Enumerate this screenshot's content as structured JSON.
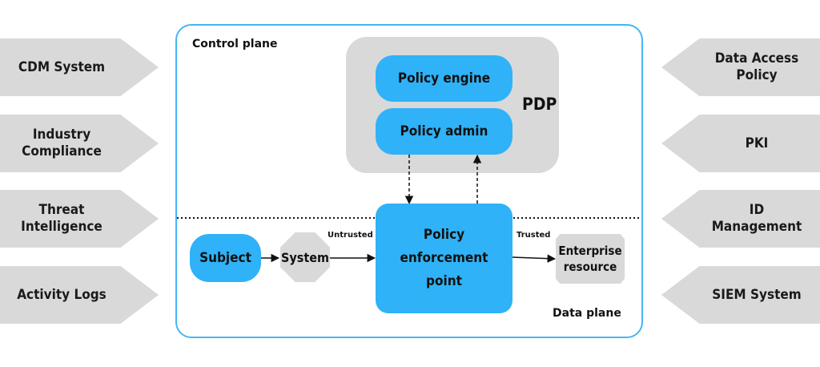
{
  "left_inputs": [
    {
      "label": "CDM System"
    },
    {
      "label": "Industry\nCompliance"
    },
    {
      "label": "Threat\nIntelligence"
    },
    {
      "label": "Activity Logs"
    }
  ],
  "right_inputs": [
    {
      "label": "Data Access\nPolicy"
    },
    {
      "label": "PKI"
    },
    {
      "label": "ID\nManagement"
    },
    {
      "label": "SIEM System"
    }
  ],
  "control_plane": {
    "label": "Control plane"
  },
  "data_plane": {
    "label": "Data plane"
  },
  "pdp": {
    "label": "PDP",
    "policy_engine": "Policy engine",
    "policy_admin": "Policy admin"
  },
  "flow": {
    "subject": "Subject",
    "system": "System",
    "untrusted": "Untrusted",
    "pep": "Policy\nenforcement\npoint",
    "trusted": "Trusted",
    "resource": "Enterprise\nresource"
  },
  "colors": {
    "accent_blue": "#2fb2f7",
    "frame_blue": "#45b6f5",
    "gray": "#d9d9d9"
  }
}
